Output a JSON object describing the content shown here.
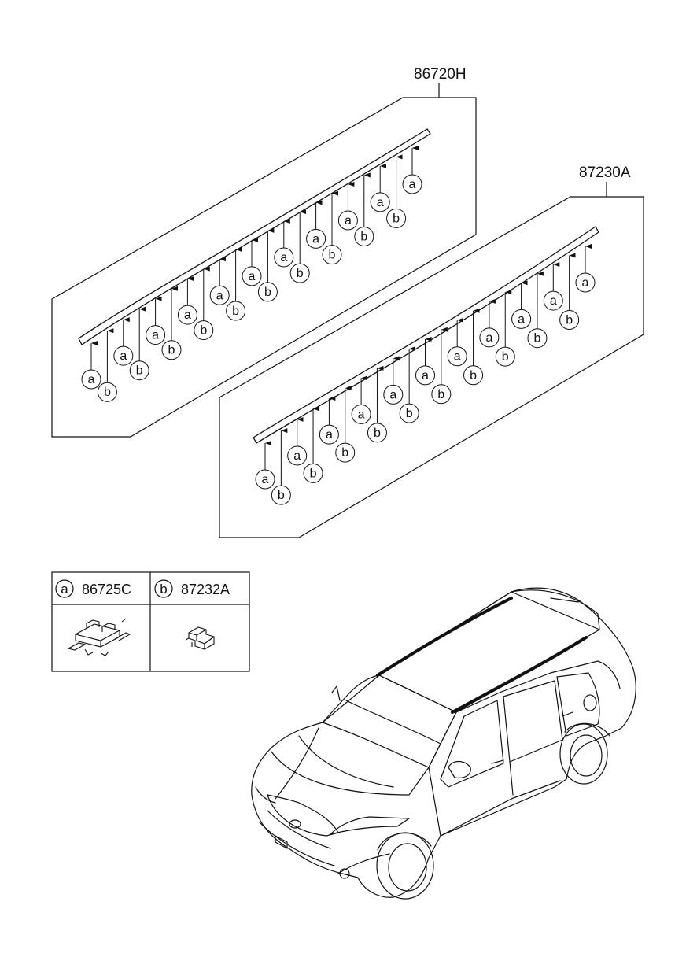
{
  "parts": [
    {
      "id": "upper",
      "code": "86720H"
    },
    {
      "id": "lower",
      "code": "87230A"
    }
  ],
  "upper_clips": [
    "a",
    "b",
    "a",
    "b",
    "a",
    "b",
    "a",
    "b",
    "a",
    "b",
    "a",
    "b",
    "a",
    "b",
    "a",
    "b",
    "a",
    "b",
    "a",
    "b",
    "a"
  ],
  "lower_clips": [
    "a",
    "b",
    "a",
    "b",
    "a",
    "b",
    "a",
    "b",
    "a",
    "b",
    "a",
    "b",
    "a",
    "b",
    "a",
    "b",
    "a",
    "b",
    "a",
    "b",
    "a"
  ],
  "legend": [
    {
      "letter": "a",
      "code": "86725C"
    },
    {
      "letter": "b",
      "code": "87232A"
    }
  ]
}
